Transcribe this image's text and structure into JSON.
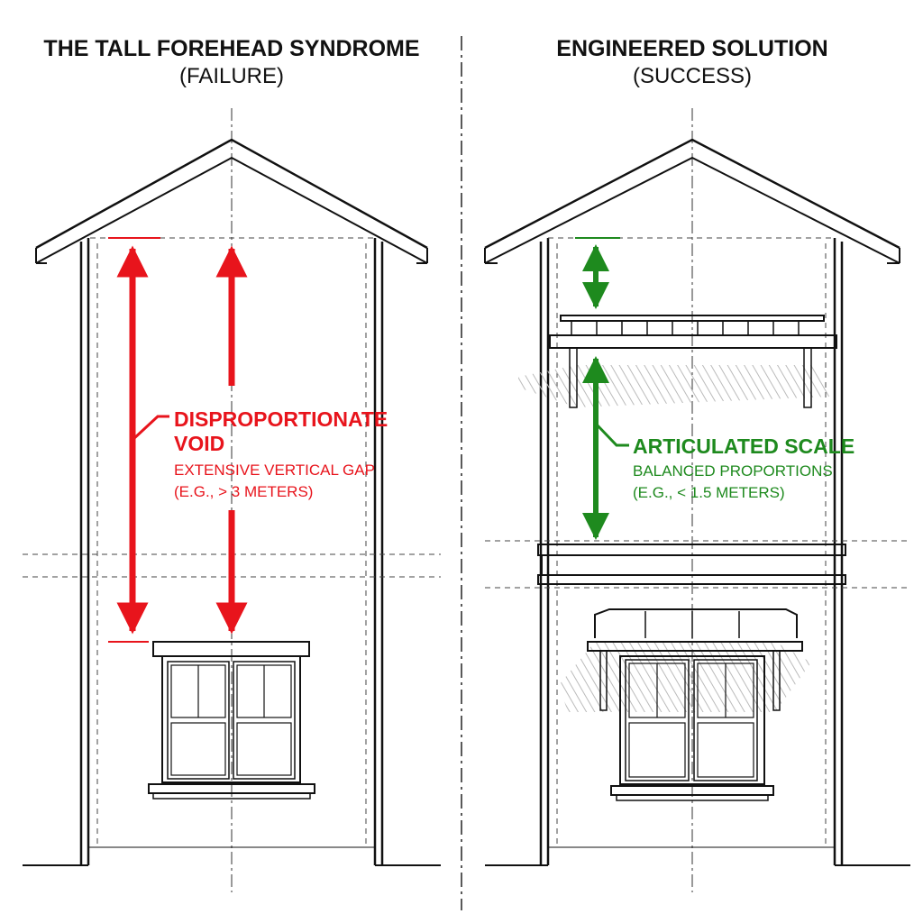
{
  "left_panel": {
    "title": "THE TALL FOREHEAD SYNDROME",
    "subtitle": "(FAILURE)",
    "callout_title_line1": "DISPROPORTIONATE",
    "callout_title_line2": "VOID",
    "callout_detail_line1": "EXTENSIVE VERTICAL GAP",
    "callout_detail_line2": "(E.G., > 3 METERS)"
  },
  "right_panel": {
    "title": "ENGINEERED SOLUTION",
    "subtitle": "(SUCCESS)",
    "callout_title": "ARTICULATED SCALE",
    "callout_detail_line1": "BALANCED PROPORTIONS",
    "callout_detail_line2": "(E.G., < 1.5 METERS)"
  },
  "colors": {
    "failure": "#e8141c",
    "success": "#1e8a1e",
    "line": "#111111"
  }
}
